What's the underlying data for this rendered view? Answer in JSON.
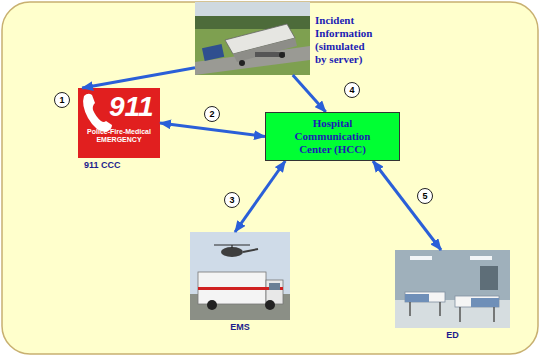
{
  "diagram": {
    "nodes": [
      {
        "text": [
          "Incident Information (simulated by server)"
        ]
      },
      {
        "text": [
          "911",
          "Police-Fire-Medical EMERGENCY",
          "911 CCC"
        ]
      },
      {
        "text": [
          "Hospital Communication Center (HCC)"
        ]
      },
      {
        "text": [
          "EMS"
        ]
      },
      {
        "text": [
          "ED"
        ]
      }
    ],
    "edges": [
      {
        "from": 0,
        "to": 1,
        "arrow": "to"
      },
      {
        "from": 1,
        "to": 2,
        "arrow": "both"
      },
      {
        "from": 2,
        "to": 3,
        "arrow": "both"
      },
      {
        "from": 0,
        "to": 2,
        "arrow": "to"
      },
      {
        "from": 2,
        "to": 4,
        "arrow": "both"
      }
    ],
    "labels": [
      "1",
      "2",
      "3",
      "4",
      "5"
    ]
  }
}
